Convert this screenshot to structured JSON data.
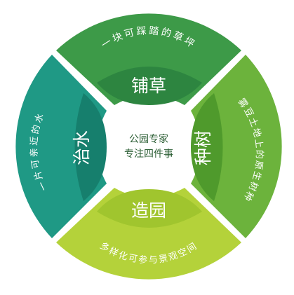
{
  "center": {
    "line1": "公园专家",
    "line2": "专注四件事"
  },
  "quadrants": {
    "top": {
      "keyword": "铺草",
      "slogan": "一块可踩踏的草坪",
      "outer": "#3d9a48",
      "inner": "#2d8540"
    },
    "right": {
      "keyword": "种树",
      "slogan": "雾豆土地上的原生树种",
      "outer": "#6cb33c",
      "inner": "#4f9a2c"
    },
    "bottom": {
      "keyword": "造园",
      "slogan": "多样化可参与景观空间",
      "outer": "#b4d23a",
      "inner": "#a0c52e"
    },
    "left": {
      "keyword": "治水",
      "slogan": "一片可亲近的水",
      "outer": "#1f9985",
      "inner": "#167f6d"
    }
  }
}
